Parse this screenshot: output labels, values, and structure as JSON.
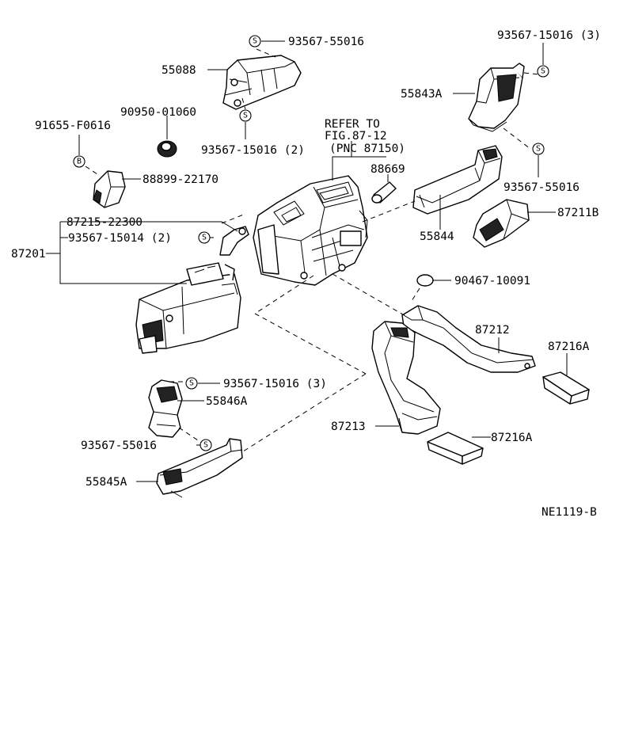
{
  "labels": {
    "p93567_55016_top": "93567-55016",
    "p55088": "55088",
    "p90950_01060": "90950-01060",
    "p93567_15016_2": "93567-15016 (2)",
    "p91655_f0616": "91655-F0616",
    "p88899_22170": "88899-22170",
    "p93567_15016_3_top": "93567-15016 (3)",
    "p55843a": "55843A",
    "p93567_55016_right": "93567-55016",
    "p87211b": "87211B",
    "p55844": "55844",
    "p88669": "88669",
    "refer_line1": "REFER TO",
    "refer_line2": "FIG.87-12",
    "refer_line3": "(PNC 87150)",
    "p87215_22300": "87215-22300",
    "p93567_15014_2": "93567-15014 (2)",
    "p87201": "87201",
    "p90467_10091": "90467-10091",
    "p87212": "87212",
    "p87216a_right": "87216A",
    "p87213": "87213",
    "p87216a_lower": "87216A",
    "p93567_15016_3_mid": "93567-15016 (3)",
    "p55846a": "55846A",
    "p93567_55016_lower": "93567-55016",
    "p55845a": "55845A",
    "diagram_code": "NE1119-B"
  },
  "markers": {
    "screw": "S",
    "bolt": "B"
  }
}
